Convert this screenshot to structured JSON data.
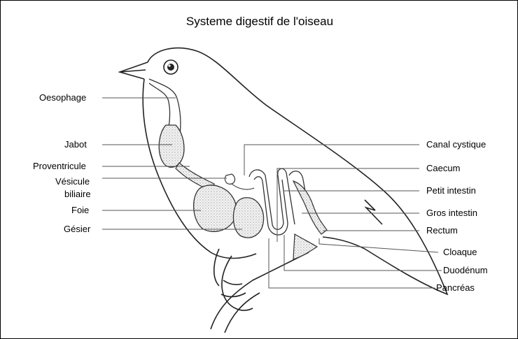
{
  "title": "Systeme digestif de l'oiseau",
  "labels_left": [
    {
      "key": "oesophage",
      "text": "Oesophage"
    },
    {
      "key": "jabot",
      "text": "Jabot"
    },
    {
      "key": "proventricule",
      "text": "Proventricule"
    },
    {
      "key": "vesicule_1",
      "text": "Vésicule"
    },
    {
      "key": "vesicule_2",
      "text": "biliaire"
    },
    {
      "key": "foie",
      "text": "Foie"
    },
    {
      "key": "gesier",
      "text": "Gésier"
    }
  ],
  "labels_right": [
    {
      "key": "canal_cystique",
      "text": "Canal cystique"
    },
    {
      "key": "caecum",
      "text": "Caecum"
    },
    {
      "key": "petit_intestin",
      "text": "Petit intestin"
    },
    {
      "key": "gros_intestin",
      "text": "Gros intestin"
    },
    {
      "key": "rectum",
      "text": "Rectum"
    },
    {
      "key": "cloaque",
      "text": "Cloaque"
    },
    {
      "key": "duodenum",
      "text": "Duodénum"
    },
    {
      "key": "pancreas",
      "text": "Pancréas"
    }
  ],
  "colors": {
    "line": "#555555",
    "organ_fill": "#e8e8e8",
    "background": "#ffffff"
  },
  "organ_labels": {
    "oesophage": "Oesophage",
    "jabot": "Jabot",
    "proventricule": "Proventricule",
    "foie": "Foie",
    "gesier": "Gésier",
    "caecum": "Caecum",
    "rectum": "Rectum"
  }
}
